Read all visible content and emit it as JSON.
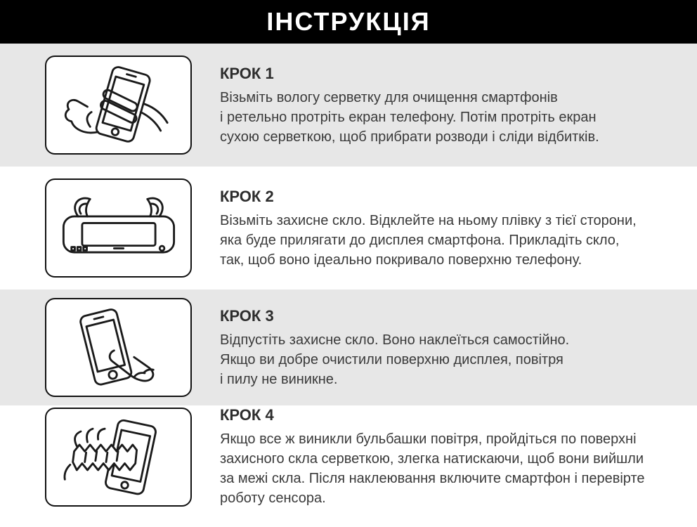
{
  "header": {
    "title": "ІНСТРУКЦІЯ"
  },
  "colors": {
    "header_bg": "#000000",
    "header_text": "#ffffff",
    "row_alt_bg": "#e7e7e7",
    "row_bg": "#ffffff",
    "text": "#3a3a3a",
    "icon_border": "#111111"
  },
  "steps": [
    {
      "heading": "КРОК 1",
      "icon": "wipe-phone-icon",
      "lines": [
        "Візьміть вологу серветку для очищення смартфонів",
        "і ретельно протріть екран телефону. Потім протріть екран",
        "сухою серветкою, щоб прибрати розводи і сліди відбитків."
      ]
    },
    {
      "heading": "КРОК 2",
      "icon": "peel-film-icon",
      "lines": [
        "Візьміть захисне скло. Відклейте на ньому плівку з тієї сторони,",
        "яка буде прилягати до дисплея смартфона. Прикладіть скло,",
        "так, щоб воно ідеально покривало поверхню телефону."
      ]
    },
    {
      "heading": "КРОК 3",
      "icon": "press-finger-icon",
      "lines": [
        "Відпустіть захисне скло. Воно наклеїться самостійно.",
        "Якщо ви добре очистили поверхню дисплея, повітря",
        "і пилу не виникне."
      ]
    },
    {
      "heading": "КРОК 4",
      "icon": "smooth-cloth-icon",
      "lines": [
        "Якщо все ж виникли бульбашки повітря, пройдіться по поверхні",
        "захисного скла серветкою, злегка натискаючи, щоб вони вийшли",
        "за межі скла. Після наклеювання включите смартфон і перевірте",
        "роботу сенсора."
      ]
    }
  ]
}
